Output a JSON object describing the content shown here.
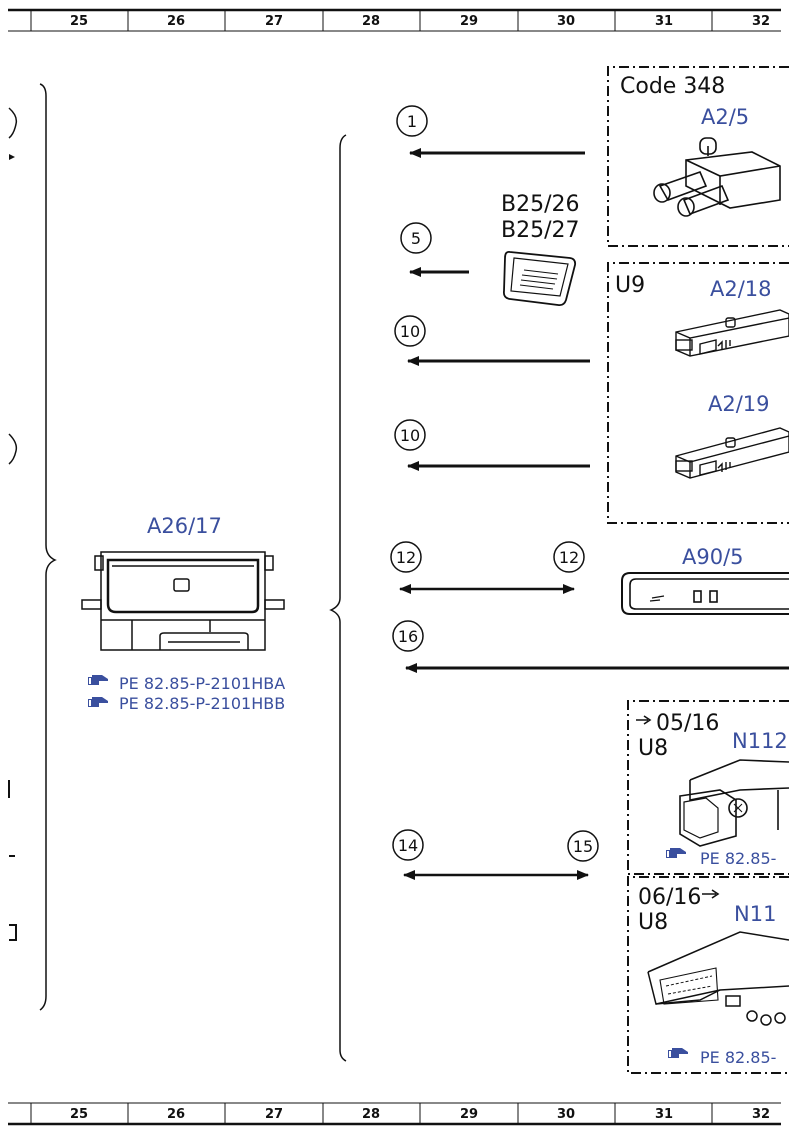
{
  "columns": [
    "25",
    "26",
    "27",
    "28",
    "29",
    "30",
    "31",
    "32"
  ],
  "components": {
    "a26_17": {
      "label": "A26/17",
      "refs": [
        "PE 82.85-P-2101HBA",
        "PE 82.85-P-2101HBB"
      ]
    },
    "code348_box": {
      "title": "Code 348",
      "label": "A2/5"
    },
    "b25": {
      "label1": "B25/26",
      "label2": "B25/27"
    },
    "u9_box": {
      "title": "U9",
      "label1": "A2/18",
      "label2": "A2/19"
    },
    "a90_5": {
      "label": "A90/5"
    },
    "u8_upper": {
      "date": "05/16",
      "variant": "U8",
      "label": "N112",
      "ref": "PE 82.85-"
    },
    "u8_lower": {
      "date": "06/16",
      "variant": "U8",
      "label": "N11",
      "ref": "PE 82.85-"
    }
  },
  "signals": {
    "s1": "1",
    "s5": "5",
    "s10a": "10",
    "s10b": "10",
    "s12a": "12",
    "s12b": "12",
    "s16": "16",
    "s14": "14",
    "s15": "15"
  },
  "icons": {
    "pointer": "pointing-hand-icon"
  },
  "colors": {
    "label_blue": "#3a4f9e",
    "line": "#111111"
  }
}
